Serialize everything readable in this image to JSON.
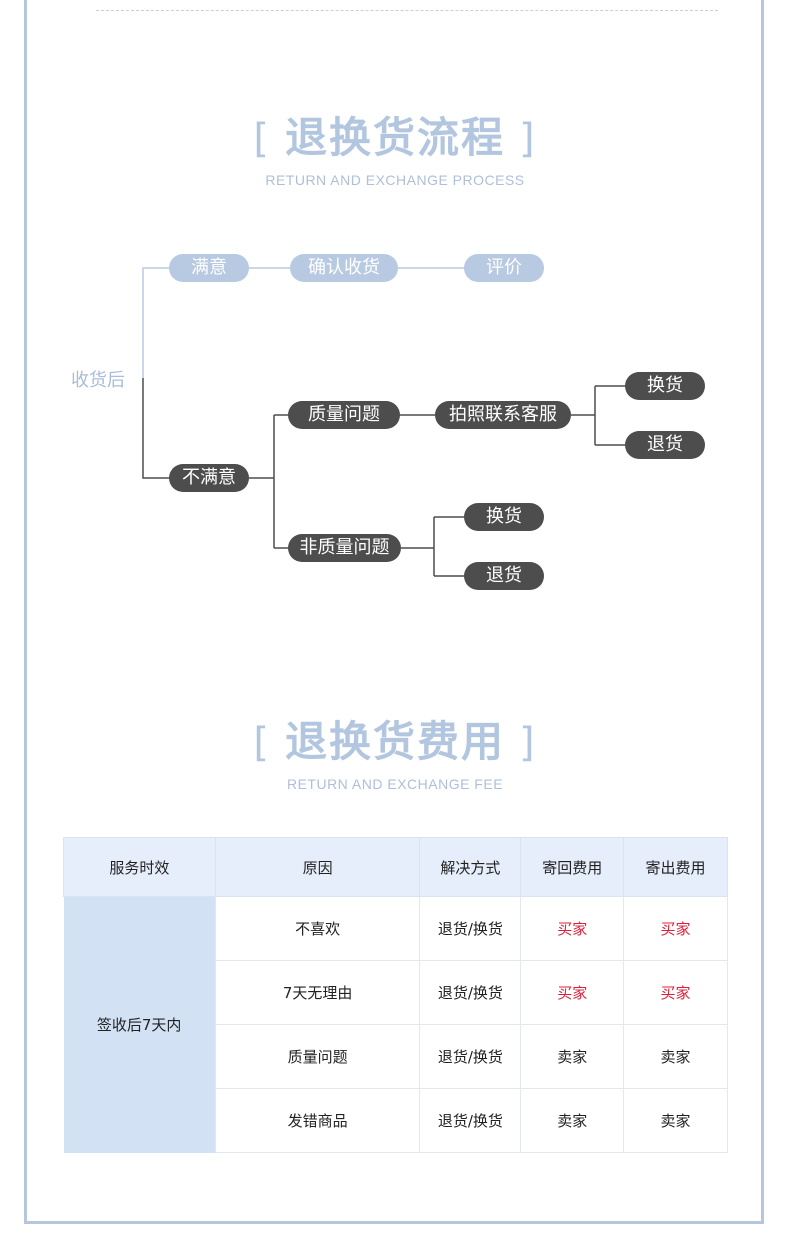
{
  "process": {
    "title": "退换货流程",
    "bracket_left": "[",
    "bracket_right": "]",
    "subtitle": "RETURN AND EXCHANGE PROCESS",
    "root": "收货后",
    "satisfied": {
      "label": "满意",
      "next": "确认收货",
      "final": "评价"
    },
    "unsatisfied": {
      "label": "不满意",
      "quality": {
        "label": "质量问题",
        "action": "拍照联系客服",
        "options": [
          "换货",
          "退货"
        ]
      },
      "non_quality": {
        "label": "非质量问题",
        "options": [
          "换货",
          "退货"
        ]
      }
    }
  },
  "fee": {
    "title": "退换货费用",
    "bracket_left": "[",
    "bracket_right": "]",
    "subtitle": "RETURN AND EXCHANGE FEE",
    "headers": [
      "服务时效",
      "原因",
      "解决方式",
      "寄回费用",
      "寄出费用"
    ],
    "service_period": "签收后7天内",
    "rows": [
      {
        "reason": "不喜欢",
        "solution": "退货/换货",
        "return_fee": "买家",
        "send_fee": "买家"
      },
      {
        "reason": "7天无理由",
        "solution": "退货/换货",
        "return_fee": "买家",
        "send_fee": "买家"
      },
      {
        "reason": "质量问题",
        "solution": "退货/换货",
        "return_fee": "卖家",
        "send_fee": "卖家"
      },
      {
        "reason": "发错商品",
        "solution": "退货/换货",
        "return_fee": "卖家",
        "send_fee": "卖家"
      }
    ],
    "colors": {
      "buyer_fee": "#e0203a",
      "header_bg": "#e5eefa",
      "service_bg": "#d3e1f4"
    }
  },
  "colors": {
    "accent_light": "#b8c9e2",
    "node_dark": "#4d4d4d",
    "frame": "#b6c6dd"
  }
}
